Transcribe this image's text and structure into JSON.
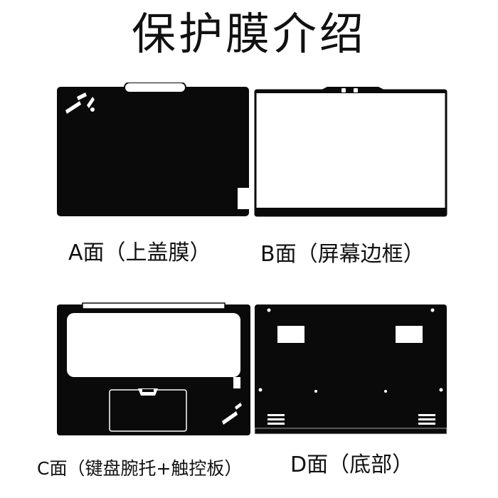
{
  "title": "保护膜介绍",
  "colors": {
    "film": "#0a0a0a",
    "cutout": "#ffffff",
    "edge": "#cccccc"
  },
  "panels": [
    {
      "id": "A",
      "caption": "A面（上盖膜）"
    },
    {
      "id": "B",
      "caption": "B面（屏幕边框）"
    },
    {
      "id": "C",
      "caption": "C面（键盘腕托+触控板）"
    },
    {
      "id": "D",
      "caption": "D面（底部）"
    }
  ]
}
